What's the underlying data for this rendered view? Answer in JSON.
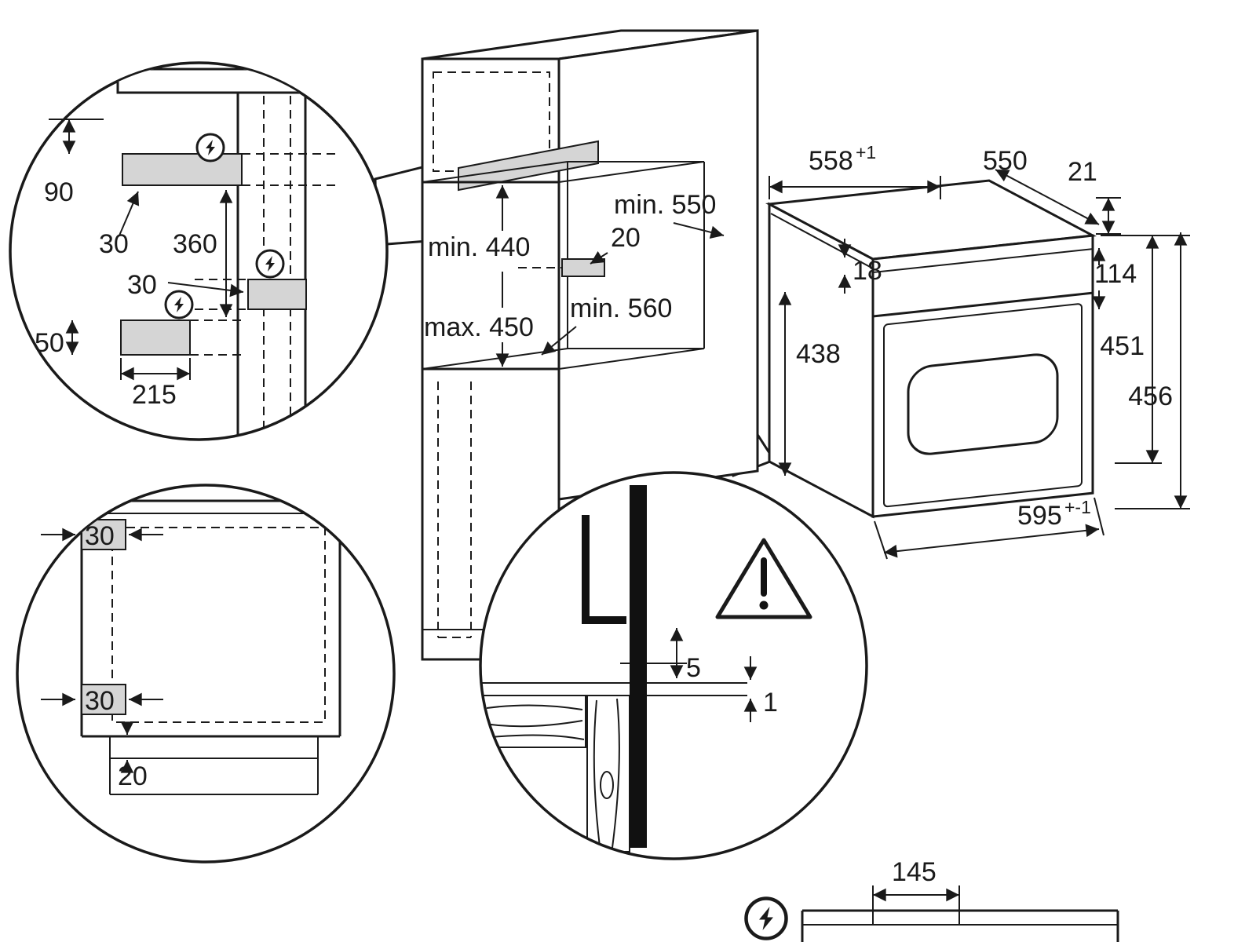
{
  "colors": {
    "line": "#1a1a1a",
    "zone_gray": "#d5d5d5",
    "background": "#ffffff"
  },
  "icons": {
    "electrical_connection": "lightning-bolt-icon",
    "warning": "warning-triangle-icon"
  },
  "labels": {
    "wall_section": {
      "h90": "90",
      "w30a": "30",
      "h360": "360",
      "w30b": "30",
      "h50": "50",
      "w215": "215"
    },
    "niche": {
      "depth": "min. 550",
      "rear_gap": "20",
      "height_min": "min. 440",
      "height_max": "max. 450",
      "width": "min. 560"
    },
    "oven": {
      "w558": "558",
      "w558_sup": "+1",
      "d550": "550",
      "t21": "21",
      "t18": "18",
      "t114": "114",
      "h438": "438",
      "h451": "451",
      "h456": "456",
      "w595": "595",
      "w595_sup": "+-1"
    },
    "plan": {
      "c30_top": "30",
      "c30_bottom": "30",
      "c20": "20"
    },
    "gap": {
      "g5": "5",
      "g1": "1"
    },
    "plinth": {
      "w145": "145"
    }
  }
}
